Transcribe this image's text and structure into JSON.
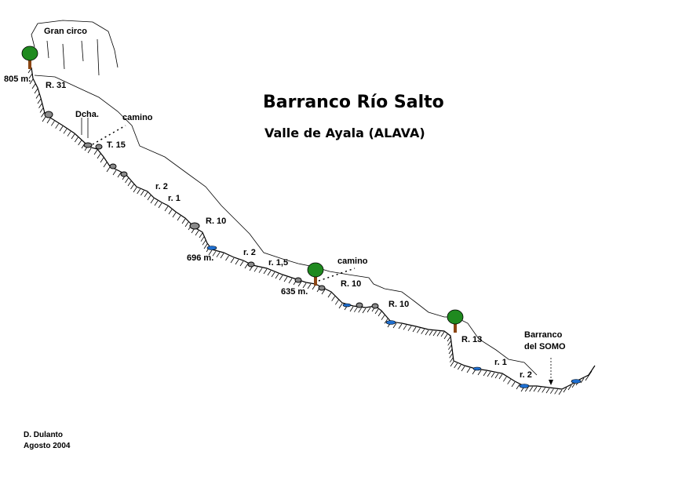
{
  "title": "Barranco Río Salto",
  "subtitle": "Valle de Ayala (ALAVA)",
  "credit": {
    "author": "D. Dulanto",
    "date": "Agosto 2004"
  },
  "labels": {
    "gran_circo": "Gran circo",
    "alt_805": "805 m.",
    "r31": "R. 31",
    "dcha": "Dcha.",
    "camino_1": "camino",
    "t15": "T. 15",
    "r2_a": "r. 2",
    "r1_a": "r. 1",
    "r10_a": "R. 10",
    "alt_696": "696 m.",
    "r2_b": "r. 2",
    "r1_5": "r. 1,5",
    "camino_2": "camino",
    "alt_635": "635 m.",
    "r10_b": "R. 10",
    "r10_c": "R. 10",
    "r13": "R. 13",
    "r1_b": "r. 1",
    "r2_c": "r. 2",
    "barranco_line1": "Barranco",
    "barranco_line2": "del SOMO"
  },
  "colors": {
    "tree_foliage": "#1f8a1f",
    "tree_trunk": "#8b4513",
    "water": "#1f6fd0",
    "rock": "#8a8a8a"
  }
}
